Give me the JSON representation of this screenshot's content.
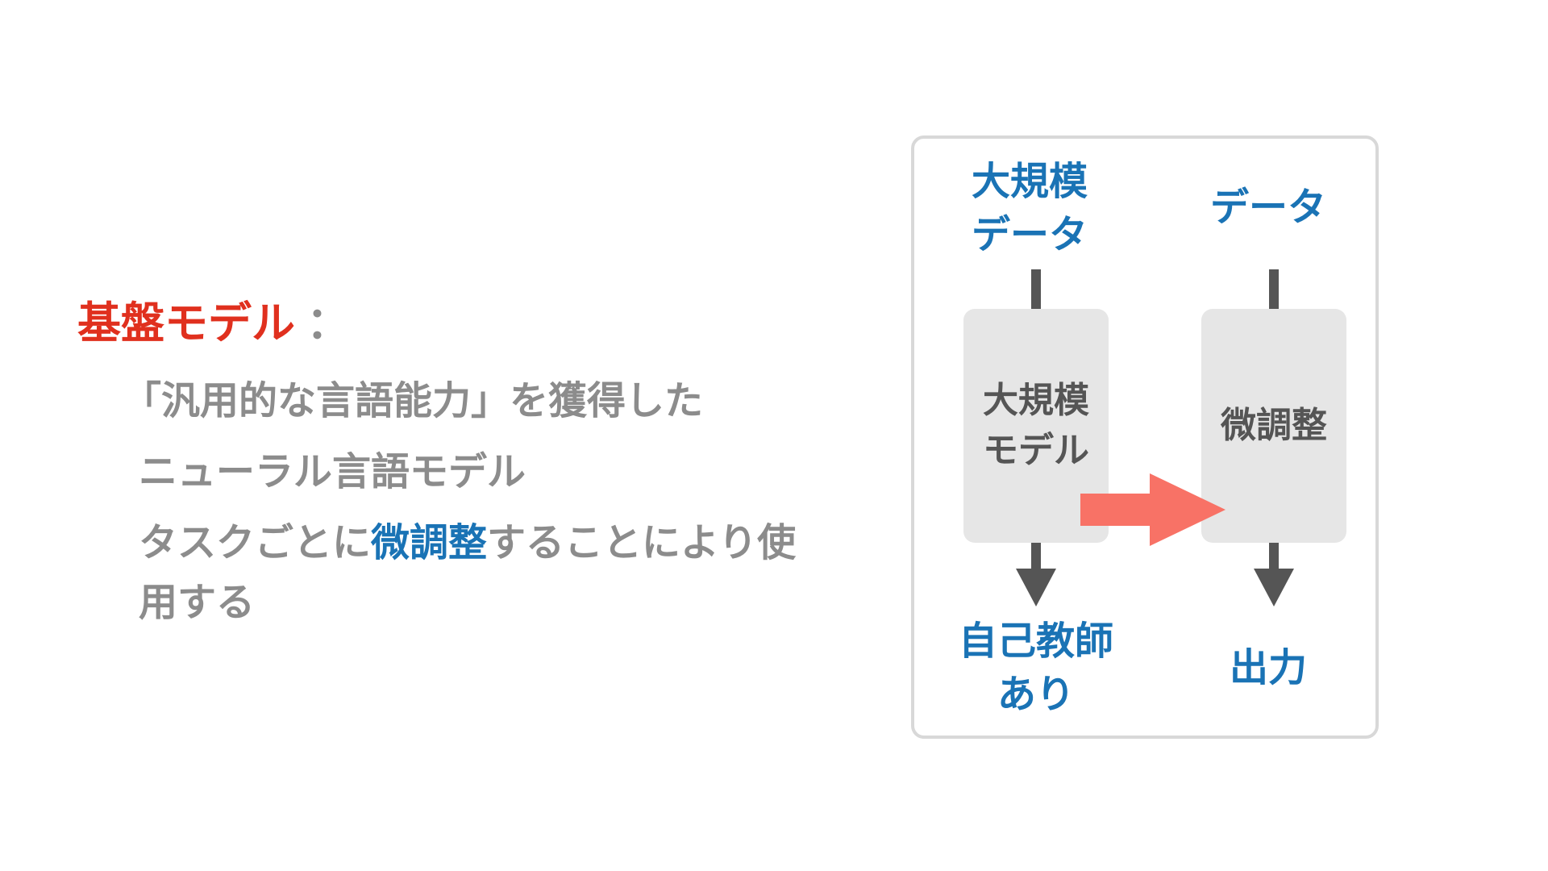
{
  "left": {
    "heading_term": "基盤モデル",
    "heading_colon": "：",
    "bullet1": "「汎用的な言語能力」を獲得した",
    "bullet2": "ニューラル言語モデル",
    "bullet3_pre": "タスクごとに",
    "bullet3_highlight": "微調整",
    "bullet3_post": "することにより使用する"
  },
  "diagram": {
    "left_top_label_line1": "大規模",
    "left_top_label_line2": "データ",
    "left_box_line1": "大規模",
    "left_box_line2": "モデル",
    "left_bottom_label_line1": "自己教師",
    "left_bottom_label_line2": "あり",
    "right_top_label": "データ",
    "right_box": "微調整",
    "right_bottom_label": "出力"
  },
  "colors": {
    "term_red": "#e0301e",
    "highlight_blue": "#1a73b5",
    "text_gray": "#8c8c8c",
    "box_fill": "#e6e6e6",
    "arrow_dark": "#555555",
    "transfer_arrow": "#f87266"
  }
}
